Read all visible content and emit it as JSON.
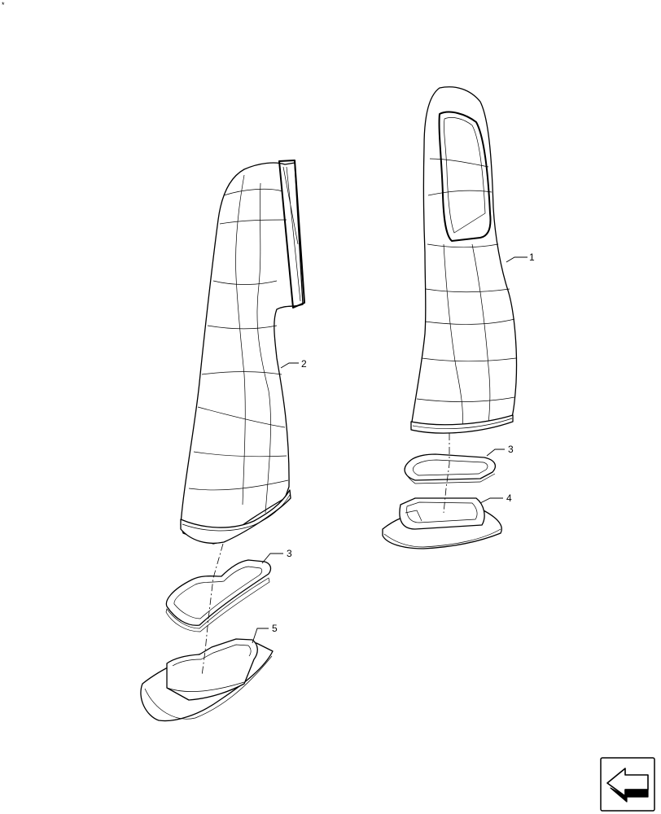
{
  "callouts": {
    "c1": "1",
    "c2": "2",
    "c3a": "3",
    "c3b": "3",
    "c4": "4",
    "c5": "5"
  },
  "corner_mark": "*",
  "icons": {
    "nav": "next-page-arrow-icon"
  }
}
